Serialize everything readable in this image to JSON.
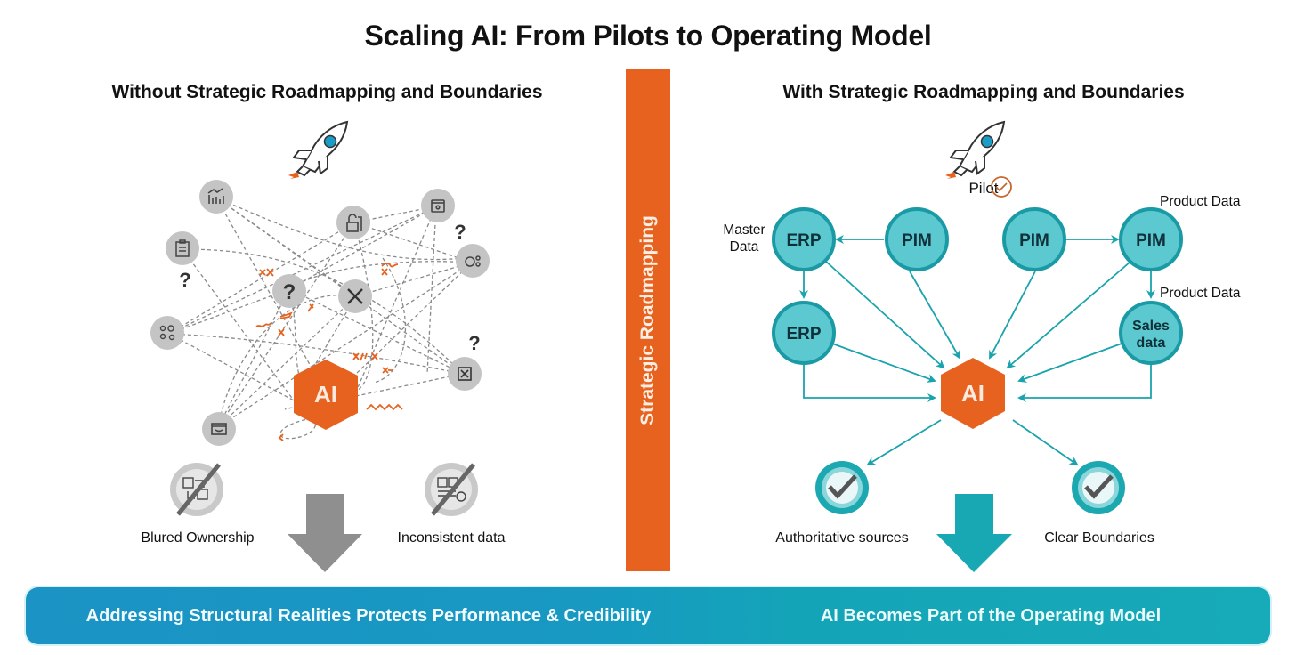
{
  "title": "Scaling AI: From Pilots to Operating Model",
  "left_panel": {
    "heading": "Without Strategic Roadmapping and Boundaries",
    "hub_label": "AI",
    "nodes": [
      {
        "icon": "bar-chart-icon"
      },
      {
        "icon": "clipboard-icon"
      },
      {
        "icon": "lock-icon"
      },
      {
        "icon": "wallet-icon"
      },
      {
        "icon": "settings-icon"
      },
      {
        "icon": "question-icon",
        "glyph": "?"
      },
      {
        "icon": "close-icon",
        "glyph": "✕"
      },
      {
        "icon": "gears-icon"
      },
      {
        "icon": "error-box-icon"
      },
      {
        "icon": "inbox-icon"
      }
    ],
    "question_marks": [
      "?",
      "?",
      "?"
    ],
    "problems": [
      {
        "label": "Blured Ownership",
        "icon": "ownership-blocked-icon"
      },
      {
        "label": "Inconsistent data",
        "icon": "data-blocked-icon"
      }
    ]
  },
  "divider": {
    "label": "Strategic Roadmapping"
  },
  "right_panel": {
    "heading": "With Strategic Roadmapping and Boundaries",
    "pilot_label": "Pilot",
    "hub_label": "AI",
    "nodes": {
      "erp_top": "ERP",
      "pim_left": "PIM",
      "pim_mid": "PIM",
      "pim_right": "PIM",
      "erp_bottom": "ERP",
      "sales_line1": "Sales",
      "sales_line2": "data"
    },
    "annotations": {
      "master_line1": "Master",
      "master_line2": "Data",
      "product_data_top": "Product Data",
      "product_data_mid": "Product Data"
    },
    "outcomes": [
      {
        "label": "Authoritative sources",
        "icon": "check-icon"
      },
      {
        "label": "Clear Boundaries",
        "icon": "check-icon"
      }
    ]
  },
  "banner": {
    "left_text": "Addressing Structural Realities Protects Performance & Credibility",
    "right_text": "AI Becomes Part of the Operating Model"
  },
  "colors": {
    "orange": "#e8621f",
    "teal": "#1aa3ad",
    "teal_fill": "#5cc9d0",
    "gray_node": "#c4c4c4",
    "banner_blue": "#1b93c4"
  }
}
